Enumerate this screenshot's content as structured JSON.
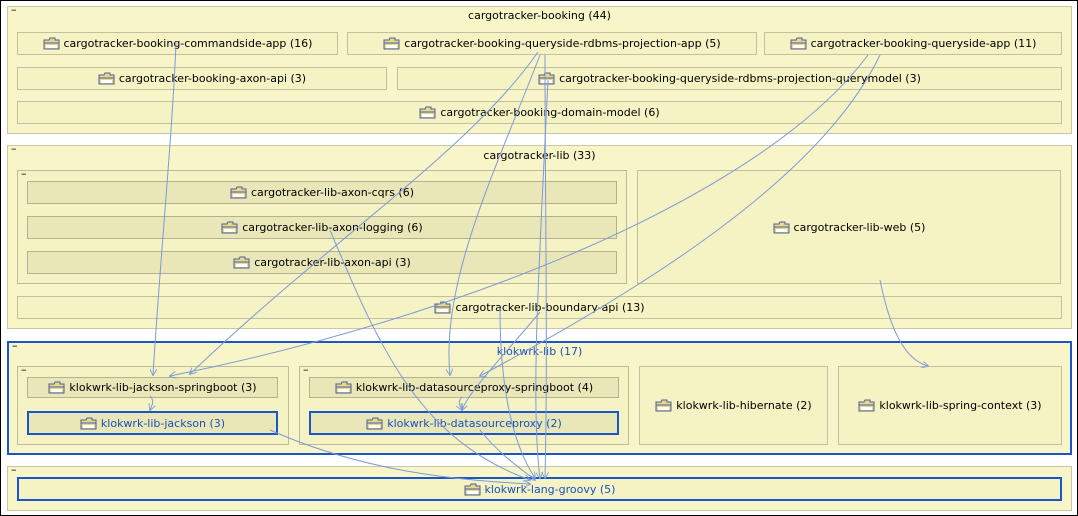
{
  "groups": {
    "booking": {
      "title": "cargotracker-booking (44)",
      "collapse": "–"
    },
    "lib": {
      "title": "cargotracker-lib (33)",
      "collapse": "–"
    },
    "lib_axon": {
      "collapse": "–"
    },
    "klokwrk": {
      "title": "klokwrk-lib (17)",
      "collapse": "–"
    },
    "kw_jackson": {
      "collapse": "–"
    },
    "kw_ds": {
      "collapse": "–"
    },
    "groovy": {
      "collapse": "–"
    }
  },
  "nodes": {
    "commandside_app": "cargotracker-booking-commandside-app (16)",
    "queryside_rdbms_projection_app": "cargotracker-booking-queryside-rdbms-projection-app (5)",
    "queryside_app": "cargotracker-booking-queryside-app (11)",
    "axon_api": "cargotracker-booking-axon-api (3)",
    "queryside_rdbms_projection_querymodel": "cargotracker-booking-queryside-rdbms-projection-querymodel (3)",
    "domain_model": "cargotracker-booking-domain-model (6)",
    "lib_axon_cqrs": "cargotracker-lib-axon-cqrs (6)",
    "lib_axon_logging": "cargotracker-lib-axon-logging (6)",
    "lib_axon_api": "cargotracker-lib-axon-api (3)",
    "lib_web": "cargotracker-lib-web (5)",
    "lib_boundary_api": "cargotracker-lib-boundary-api (13)",
    "kw_jackson_springboot": "klokwrk-lib-jackson-springboot (3)",
    "kw_jackson": "klokwrk-lib-jackson (3)",
    "kw_ds_springboot": "klokwrk-lib-datasourceproxy-springboot (4)",
    "kw_ds": "klokwrk-lib-datasourceproxy (2)",
    "kw_hibernate": "klokwrk-lib-hibernate (2)",
    "kw_spring_context": "klokwrk-lib-spring-context (3)",
    "kw_groovy": "klokwrk-lang-groovy (5)"
  },
  "icon": "package-folder-icon",
  "colors": {
    "group_bg": "#f8f6c8",
    "node_bg": "#f5f3c4",
    "node_dark_bg": "#e9e6b8",
    "highlight": "#1a56c8",
    "edge": "#7e9ad8"
  }
}
